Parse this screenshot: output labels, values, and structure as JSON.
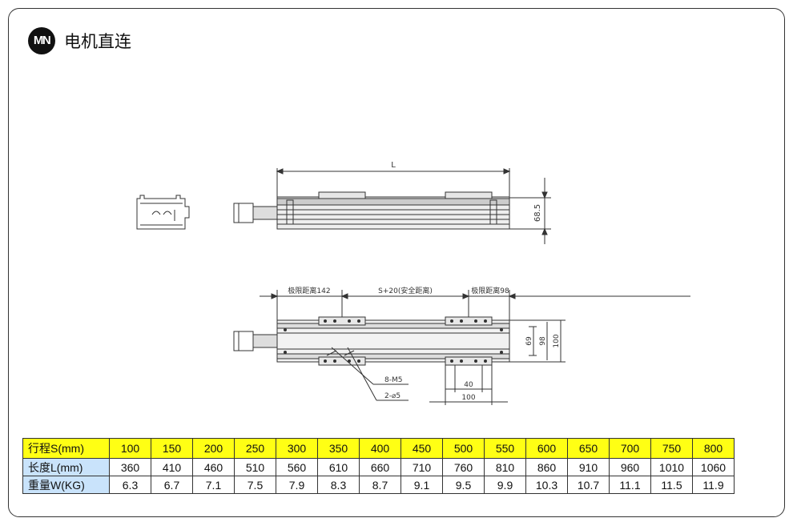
{
  "header": {
    "badge": "MN",
    "title": "电机直连"
  },
  "drawing": {
    "length_label": "L",
    "height_label": "68.5",
    "limit_left_label": "极限距离142",
    "safety_label": "S+20(安全距离)",
    "limit_right_label": "极限距离98",
    "hole_thread_label": "8-M5",
    "hole_pin_label": "2-⌀5",
    "dim_40": "40",
    "dim_100_bottom": "100",
    "dim_69": "69",
    "dim_98": "98",
    "dim_100_side": "100"
  },
  "spec_table": {
    "rows": [
      {
        "label": "行程S(mm)",
        "values": [
          "100",
          "150",
          "200",
          "250",
          "300",
          "350",
          "400",
          "450",
          "500",
          "550",
          "600",
          "650",
          "700",
          "750",
          "800"
        ]
      },
      {
        "label": "长度L(mm)",
        "values": [
          "360",
          "410",
          "460",
          "510",
          "560",
          "610",
          "660",
          "710",
          "760",
          "810",
          "860",
          "910",
          "960",
          "1010",
          "1060"
        ]
      },
      {
        "label": "重量W(KG)",
        "values": [
          "6.3",
          "6.7",
          "7.1",
          "7.5",
          "7.9",
          "8.3",
          "8.7",
          "9.1",
          "9.5",
          "9.9",
          "10.3",
          "10.7",
          "11.1",
          "11.5",
          "11.9"
        ]
      }
    ]
  },
  "colors": {
    "header_row": "#ffff14",
    "label_column": "#c9e3fb",
    "line": "#333333"
  }
}
